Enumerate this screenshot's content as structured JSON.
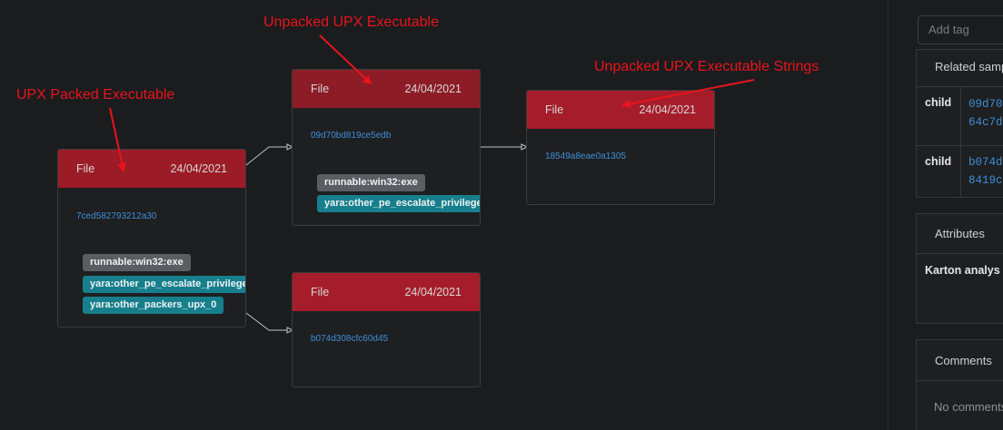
{
  "annotations": {
    "packed": "UPX Packed Executable",
    "unpacked": "Unpacked UPX Executable",
    "strings": "Unpacked UPX Executable Strings"
  },
  "nodes": {
    "packed": {
      "type": "File",
      "date": "24/04/2021",
      "hash": "7ced582793212a30",
      "tags": [
        "runnable:win32:exe",
        "yara:other_pe_escalate_privilege",
        "yara:other_packers_upx_0"
      ]
    },
    "unpacked1": {
      "type": "File",
      "date": "24/04/2021",
      "hash": "09d70bd819ce5edb",
      "tags": [
        "runnable:win32:exe",
        "yara:other_pe_escalate_privilege"
      ]
    },
    "unpacked2": {
      "type": "File",
      "date": "24/04/2021",
      "hash": "b074d308cfc60d45"
    },
    "strings": {
      "type": "File",
      "date": "24/04/2021",
      "hash": "18549a8eae0a1305"
    }
  },
  "sidebar": {
    "add_tag_placeholder": "Add tag",
    "related_title": "Related samp",
    "related": [
      {
        "relation": "child",
        "hash_line1": "09d70",
        "hash_line2": "64c7d"
      },
      {
        "relation": "child",
        "hash_line1": "b074d",
        "hash_line2": "8419c"
      }
    ],
    "attributes_title": "Attributes",
    "karton_label": "Karton analys",
    "comments_title": "Comments",
    "no_comments": "No comments"
  },
  "colors": {
    "annotation": "#e8141c",
    "header_dark": "#8c1c25",
    "header_bright": "#a51d2a",
    "tag_grey": "#5a5e62",
    "tag_teal": "#177f8c",
    "link": "#3d8fd8"
  }
}
